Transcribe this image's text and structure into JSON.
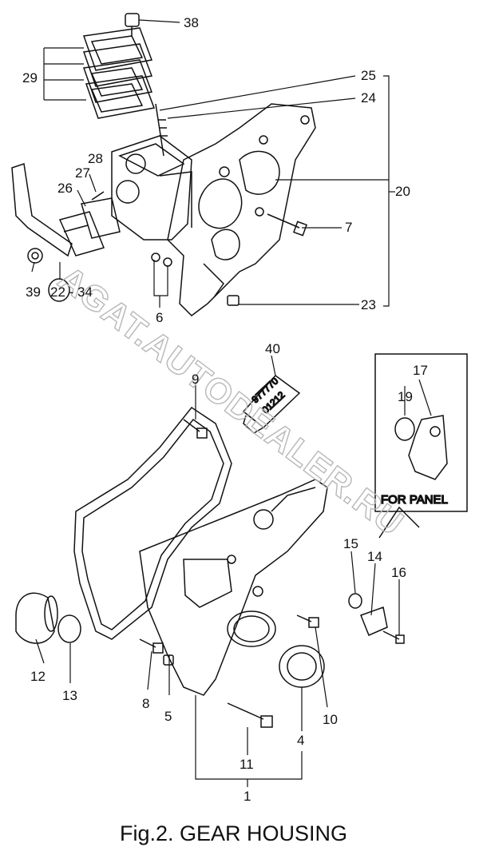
{
  "caption": "Fig.2.  GEAR HOUSING",
  "watermark": "AGAT.AUTODEALER.RU",
  "inset_label": "FOR PANEL",
  "tube_text": [
    "977770",
    "01212"
  ],
  "callouts": {
    "c1": "1",
    "c4": "4",
    "c5": "5",
    "c6": "6",
    "c7": "7",
    "c8": "8",
    "c9": "9",
    "c10": "10",
    "c11": "11",
    "c12": "12",
    "c13": "13",
    "c14": "14",
    "c15": "15",
    "c16": "16",
    "c17": "17",
    "c19": "19",
    "c20": "20",
    "c22_34": "22 - 34",
    "c23": "23",
    "c24": "24",
    "c25": "25",
    "c26": "26",
    "c27": "27",
    "c28": "28",
    "c29": "29",
    "c38": "38",
    "c39": "39",
    "c40": "40"
  }
}
